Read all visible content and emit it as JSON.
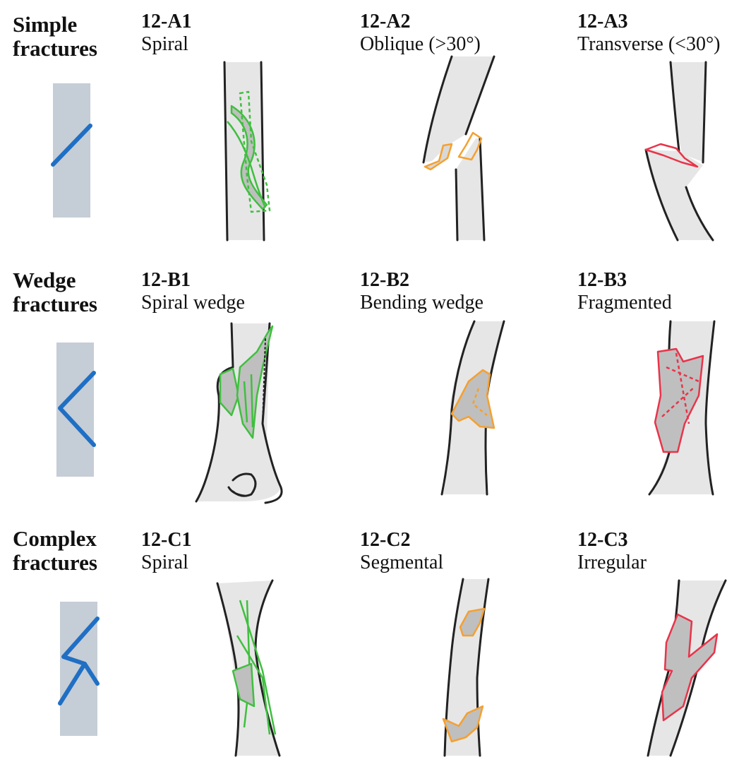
{
  "rows": [
    {
      "title_line1": "Simple",
      "title_line2": "fractures",
      "cells": [
        {
          "code": "12-A1",
          "name": "Spiral"
        },
        {
          "code": "12-A2",
          "name": "Oblique (>30°)"
        },
        {
          "code": "12-A3",
          "name": "Transverse (<30°)"
        }
      ]
    },
    {
      "title_line1": "Wedge",
      "title_line2": "fractures",
      "cells": [
        {
          "code": "12-B1",
          "name": "Spiral wedge"
        },
        {
          "code": "12-B2",
          "name": "Bending wedge"
        },
        {
          "code": "12-B3",
          "name": "Fragmented"
        }
      ]
    },
    {
      "title_line1": "Complex",
      "title_line2": "fractures",
      "cells": [
        {
          "code": "12-C1",
          "name": "Spiral"
        },
        {
          "code": "12-C2",
          "name": "Segmental"
        },
        {
          "code": "12-C3",
          "name": "Irregular"
        }
      ]
    }
  ],
  "colors": {
    "bone_fill": "#e6e6e6",
    "bone_outline": "#222222",
    "schematic_fill": "#c5cdd6",
    "schematic_line": "#1f6fc4",
    "column1_fracture": "#3fbf3f",
    "column2_fracture": "#f5a030",
    "column3_fracture": "#e8344a"
  }
}
